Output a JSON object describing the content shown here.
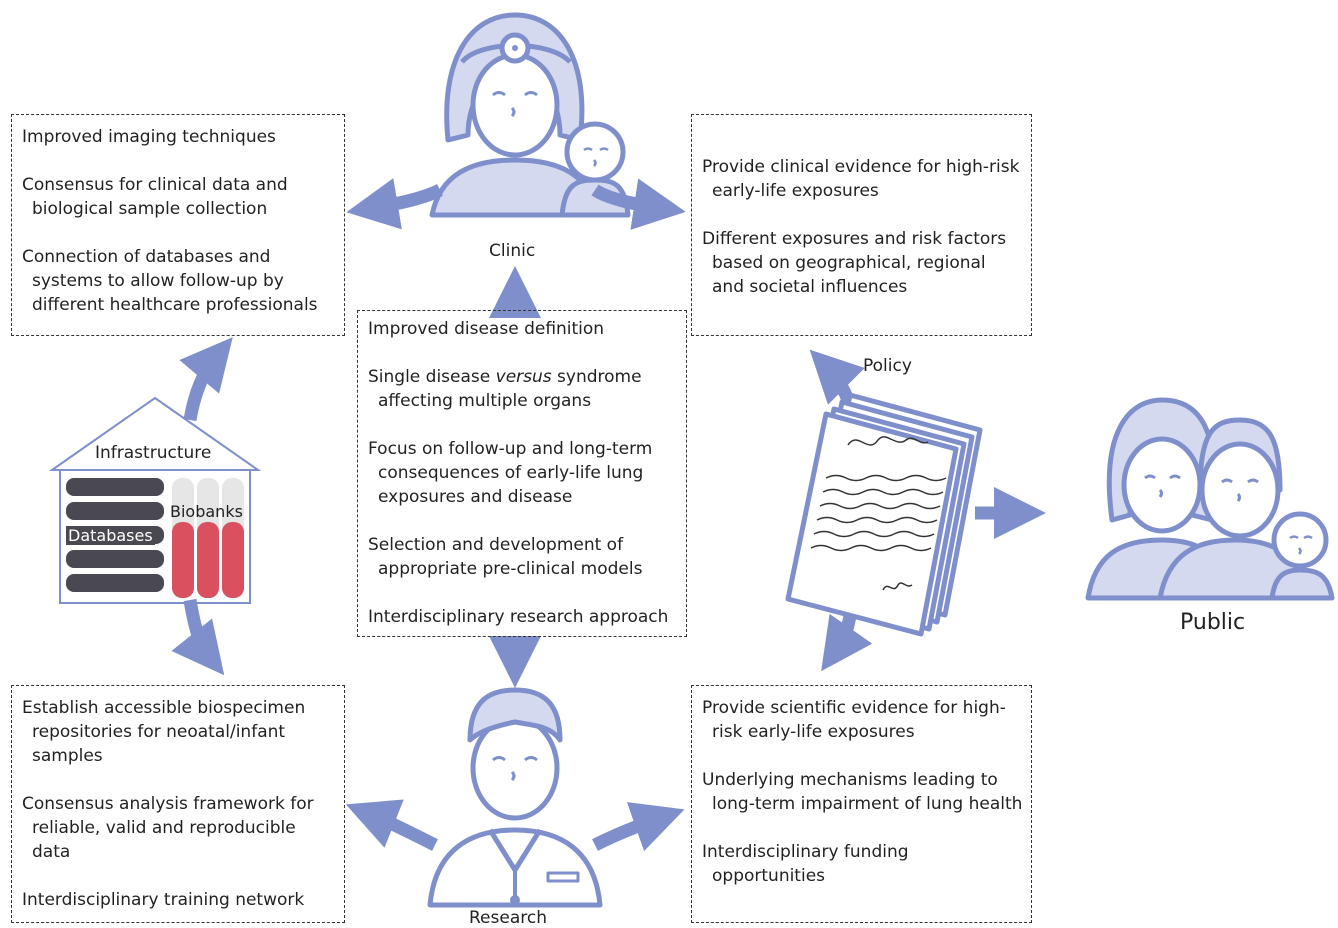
{
  "clinic": {
    "label": "Clinic",
    "items": [
      "Improved disease definition",
      "Single disease versus syndrome affecting multiple organs",
      "Focus on follow-up and long-term consequences of early-life lung exposures and disease",
      "Selection and development of appropriate pre-clinical models",
      "Interdisciplinary research approach"
    ]
  },
  "center": {
    "item1": "Improved disease definition",
    "item2_a": "Single disease ",
    "item2_em": "versus",
    "item2_b": " syndrome affecting multiple organs",
    "item3": "Focus on follow-up and long-term consequences of early-life lung exposures and disease",
    "item4": "Selection and development of appropriate pre-clinical models",
    "item5": "Interdisciplinary research approach"
  },
  "infrastructure": {
    "label": "Infrastructure",
    "databases_label": "Databases",
    "biobanks_label": "Biobanks",
    "items": [
      "Improved imaging techniques",
      "Consensus for clinical data and biological sample collection",
      "Connection of databases and systems to allow follow-up by different healthcare professionals"
    ]
  },
  "policy": {
    "label": "Policy",
    "items": [
      "Provide clinical evidence for high-risk early-life exposures",
      "Different exposures and risk factors based on geographical, regional and societal influences"
    ]
  },
  "research": {
    "label": "Research",
    "left_items": [
      "Establish accessible biospecimen repositories for neoatal/infant samples",
      "Consensus analysis framework for reliable, valid and reproducible data",
      "Interdisciplinary training network"
    ],
    "right_items": [
      "Provide scientific evidence for high-risk early-life exposures",
      "Underlying mechanisms leading to long-term impairment of lung health",
      "Interdisciplinary funding opportunities"
    ]
  },
  "public": {
    "label": "Public"
  },
  "colors": {
    "arrow": "#7f8fcb",
    "figure_fill": "#d4d9f0",
    "figure_stroke": "#7f8fcb",
    "database": "#4a4850",
    "biobank_tube": "#d9505e"
  },
  "icons": [
    "clinician-with-baby-icon",
    "researcher-icon",
    "policy-document-icon",
    "family-icon",
    "infrastructure-house-icon"
  ]
}
